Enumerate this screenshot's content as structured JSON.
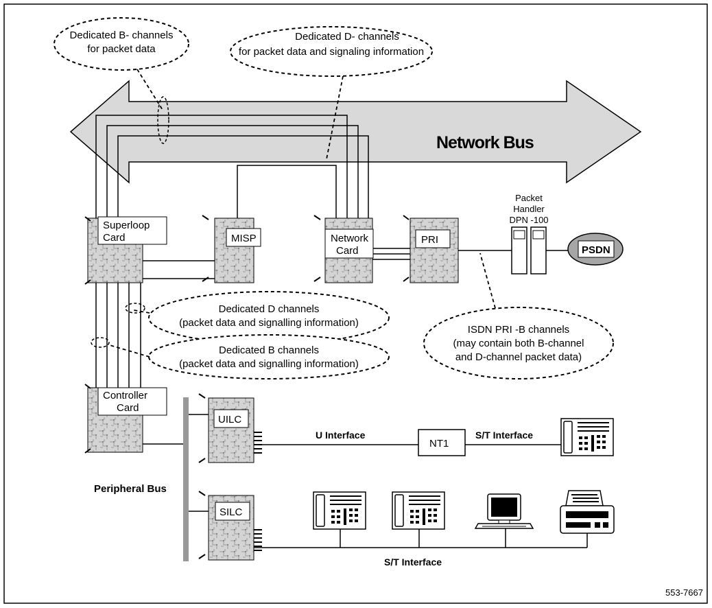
{
  "bus": {
    "network_label": "Network Bus",
    "peripheral_label": "Peripheral Bus"
  },
  "callouts": {
    "dedicated_b_top": [
      "Dedicated B- channels",
      "for packet data"
    ],
    "dedicated_d_top": [
      "Dedicated D- channels",
      "for packet data and signaling information"
    ],
    "dedicated_d_mid": [
      "Dedicated D channels",
      "(packet data and signalling information)"
    ],
    "dedicated_b_mid": [
      "Dedicated B channels",
      "(packet data and signalling information)"
    ],
    "isdn_pri": [
      "ISDN PRI -B channels",
      "(may contain both B-channel",
      "and D-channel packet data)"
    ]
  },
  "cards": {
    "superloop": [
      "Superloop",
      "Card"
    ],
    "misp": "MISP",
    "network": [
      "Network",
      "Card"
    ],
    "pri": "PRI",
    "controller": [
      "Controller",
      "Card"
    ],
    "uilc": "UILC",
    "silc": "SILC"
  },
  "packet_handler": [
    "Packet",
    "Handler",
    "DPN -100"
  ],
  "psdn": "PSDN",
  "nt1": "NT1",
  "interfaces": {
    "u": "U Interface",
    "st_upper": "S/T Interface",
    "st_lower": "S/T Interface"
  },
  "devices": [
    "telephone",
    "telephone",
    "telephone",
    "computer-terminal",
    "printer"
  ],
  "figure_id": "553-7667",
  "colors": {
    "bus_fill": "#d9d9d9",
    "card_fill": "#cfcfcf",
    "psdn_fill": "#a6a6a6",
    "peripheral_bus": "#999999"
  }
}
